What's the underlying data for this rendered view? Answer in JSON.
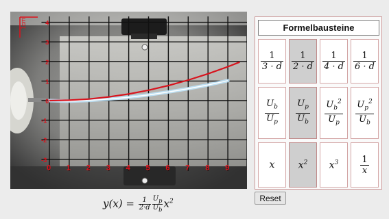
{
  "plot": {
    "corner_label": "1cm",
    "x_ticks": [
      "0",
      "1",
      "2",
      "3",
      "4",
      "5",
      "6",
      "7",
      "8",
      "9"
    ],
    "y_ticks_pos": [
      "4",
      "3",
      "2",
      "1"
    ],
    "y_tick_zero": "0",
    "y_ticks_neg": [
      "-1",
      "-2",
      "-3"
    ],
    "grid_color": "#111111",
    "tick_color": "#e0101a",
    "curve_color": "#d8141e",
    "beam_color": "#bfe8ff",
    "curve": {
      "x": [
        0,
        1,
        2,
        3,
        4,
        5,
        6,
        7,
        8,
        9,
        9.6
      ],
      "y": [
        0,
        0.02,
        0.08,
        0.19,
        0.34,
        0.53,
        0.77,
        1.05,
        1.37,
        1.73,
        1.97
      ]
    },
    "beam": {
      "x": [
        0,
        1,
        2,
        3,
        4,
        5,
        6,
        7,
        8,
        9
      ],
      "y": [
        0,
        -0.03,
        0.01,
        0.08,
        0.17,
        0.29,
        0.44,
        0.61,
        0.8,
        1.02
      ]
    }
  },
  "formula": {
    "lhs": "y(x) = ",
    "frac1_num": "1",
    "frac1_den": "2·d",
    "frac2_num": "U",
    "frac2_num_sub": "p",
    "frac2_den": "U",
    "frac2_den_sub": "b",
    "tail": "x",
    "tail_sup": "2"
  },
  "panel": {
    "title": "Formelbausteine",
    "row1": [
      {
        "num": "1",
        "den": "3 · d",
        "selected": false
      },
      {
        "num": "1",
        "den": "2 · d",
        "selected": true
      },
      {
        "num": "1",
        "den": "4 · d",
        "selected": false
      },
      {
        "num": "1",
        "den": "6 · d",
        "selected": false
      }
    ],
    "row2": [
      {
        "num": "U",
        "num_sub": "b",
        "num_sup": "",
        "den": "U",
        "den_sub": "p",
        "den_sup": "",
        "selected": false
      },
      {
        "num": "U",
        "num_sub": "p",
        "num_sup": "",
        "den": "U",
        "den_sub": "b",
        "den_sup": "",
        "selected": true
      },
      {
        "num": "U",
        "num_sub": "b",
        "num_sup": "2",
        "den": "U",
        "den_sub": "p",
        "den_sup": "",
        "selected": false
      },
      {
        "num": "U",
        "num_sub": "p",
        "num_sup": "2",
        "den": "U",
        "den_sub": "b",
        "den_sup": "",
        "selected": false
      }
    ],
    "row3": [
      {
        "base": "x",
        "sup": "",
        "selected": false
      },
      {
        "base": "x",
        "sup": "2",
        "selected": true
      },
      {
        "base": "x",
        "sup": "3",
        "selected": false
      },
      {
        "num": "1",
        "den": "x",
        "selected": false
      }
    ]
  },
  "reset_label": "Reset"
}
